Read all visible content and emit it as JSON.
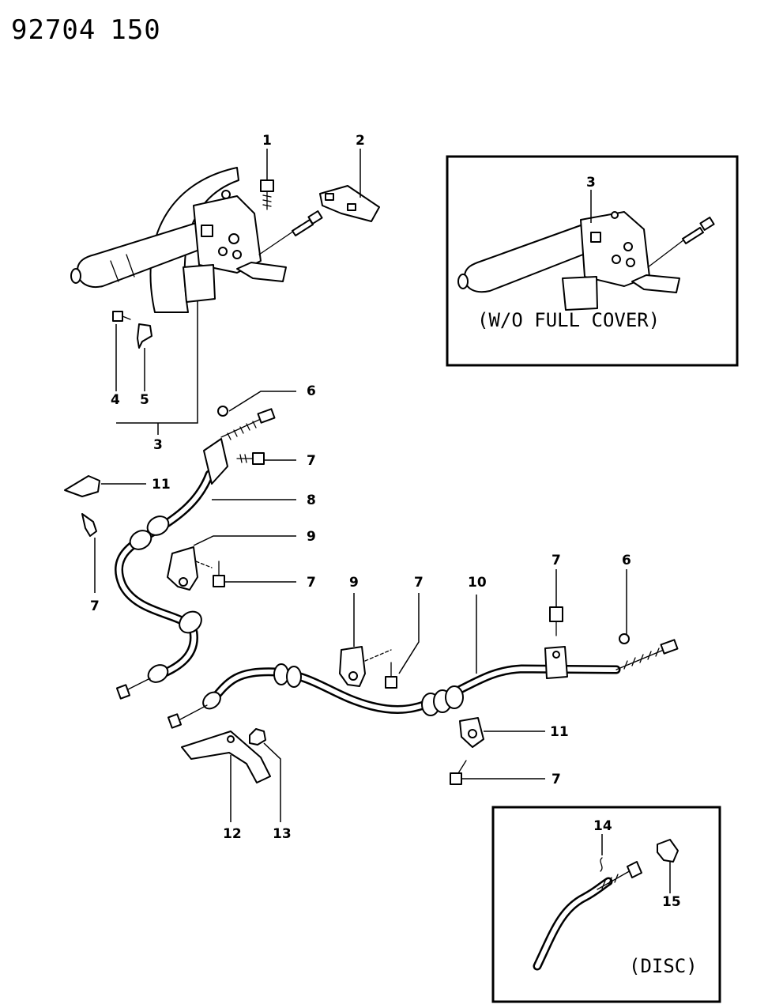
{
  "header": {
    "doc_number": "92704",
    "page_number": "150"
  },
  "inset_top": {
    "caption": "(W/O FULL COVER)",
    "label": "3"
  },
  "inset_bottom": {
    "caption": "(DISC)",
    "labels": [
      "14",
      "15"
    ]
  },
  "callouts": {
    "c1": "1",
    "c2": "2",
    "c3": "3",
    "c4": "4",
    "c5": "5",
    "c6a": "6",
    "c6b": "6",
    "c7a": "7",
    "c7b": "7",
    "c7c": "7",
    "c7d": "7",
    "c7e": "7",
    "c7f": "7",
    "c8": "8",
    "c9a": "9",
    "c9b": "9",
    "c10": "10",
    "c11a": "11",
    "c11b": "11",
    "c12": "12",
    "c13": "13"
  }
}
